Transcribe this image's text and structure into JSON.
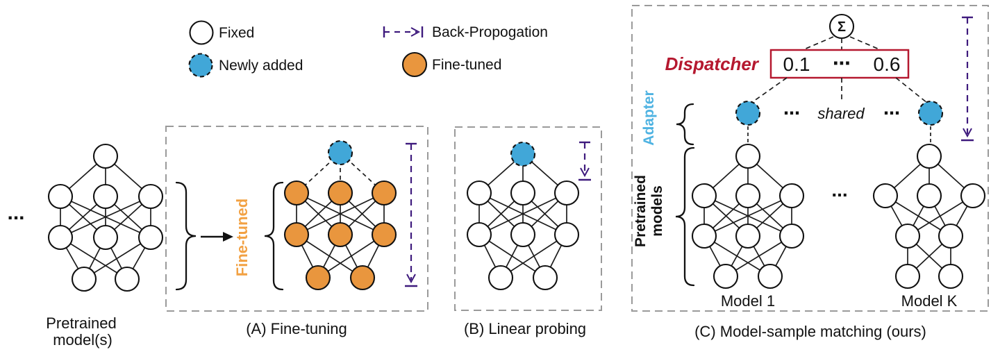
{
  "figure": {
    "legend": {
      "fixed_label": "Fixed",
      "newly_added_label": "Newly added",
      "backprop_label": "Back-Propogation",
      "finetuned_label": "Fine-tuned"
    },
    "pretrained": {
      "ellipsis": "...",
      "label_line1": "Pretrained",
      "label_line2": "model(s)"
    },
    "panel_a": {
      "caption": "(A) Fine-tuning",
      "finetuned_label": "Fine-tuned"
    },
    "panel_b": {
      "caption": "(B) Linear probing"
    },
    "panel_c": {
      "caption": "(C) Model-sample matching (ours)",
      "sigma": "Σ",
      "dispatcher_label": "Dispatcher",
      "dispatcher_values": [
        "0.1",
        "⋯",
        "0.6"
      ],
      "ellipsis_left": "⋯",
      "shared_label": "shared",
      "ellipsis_right": "⋯",
      "adapter_label": "Adapter",
      "pretrained_label_line1": "Pretrained",
      "pretrained_label_line2": "models",
      "models_ellipsis": "...",
      "model1_label": "Model 1",
      "modelK_label": "Model K"
    },
    "networks": {
      "pretrained_layers": [
        1,
        3,
        3,
        2
      ],
      "panel_a_layers": [
        3,
        3,
        2
      ],
      "panel_b_layers": [
        1,
        3,
        3,
        2
      ],
      "model1_layers": [
        1,
        3,
        3,
        2
      ],
      "modelK_layers": [
        1,
        3,
        2,
        2
      ]
    },
    "colors": {
      "fixed_fill": "#ffffff",
      "new_fill": "#41a7d8",
      "finetuned_fill": "#e9963e",
      "finetuned_text": "#f2a143",
      "adapter_text": "#4fb3e2",
      "backprop_purple": "#3e1a7d",
      "dispatcher_red": "#b5182f",
      "box_gray": "#9a9a9a",
      "ink": "#1c1c1c"
    }
  }
}
